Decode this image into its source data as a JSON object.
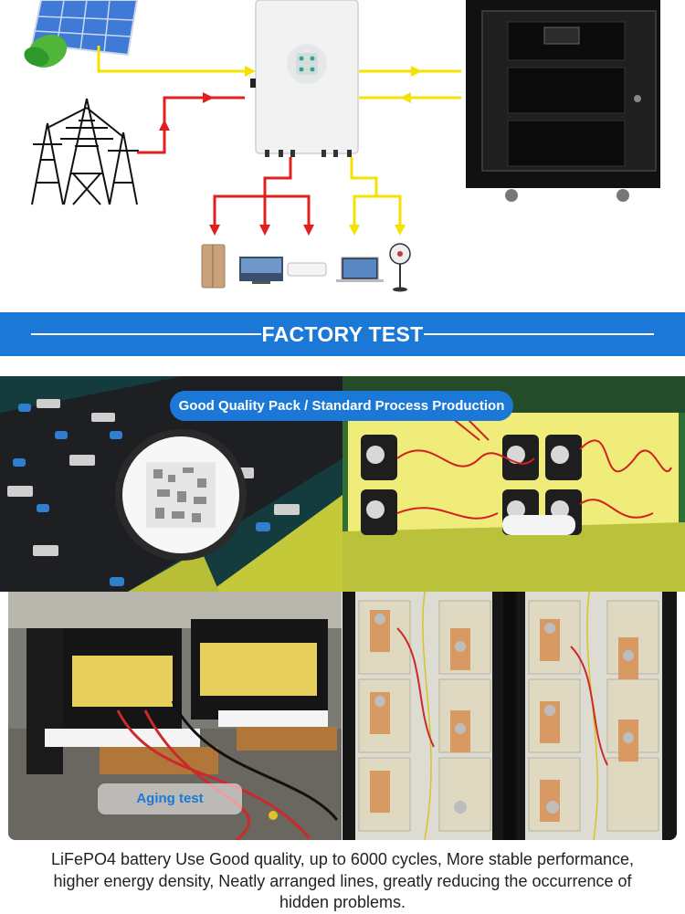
{
  "banner": {
    "title": "FACTORY TEST"
  },
  "photos": {
    "pill_label": "Good Quality Pack / Standard Process Production",
    "aging_label": "Aging test"
  },
  "caption": {
    "line1": "LiFePO4 battery Use Good quality, up to 6000 cycles, More stable performance,",
    "line2": "higher energy density, Neatly arranged lines, greatly reducing the occurrence of",
    "line3": "hidden problems."
  },
  "colors": {
    "brand_blue": "#1b78d6",
    "solar_line": "#f4e200",
    "grid_line": "#e0201e",
    "cabinet": "#111111"
  },
  "icons": [
    "solar-panel-icon",
    "leaf-icon",
    "power-tower-icon",
    "inverter-icon",
    "battery-cabinet-icon",
    "fridge-icon",
    "tv-icon",
    "air-conditioner-icon",
    "laptop-icon",
    "fan-icon"
  ]
}
